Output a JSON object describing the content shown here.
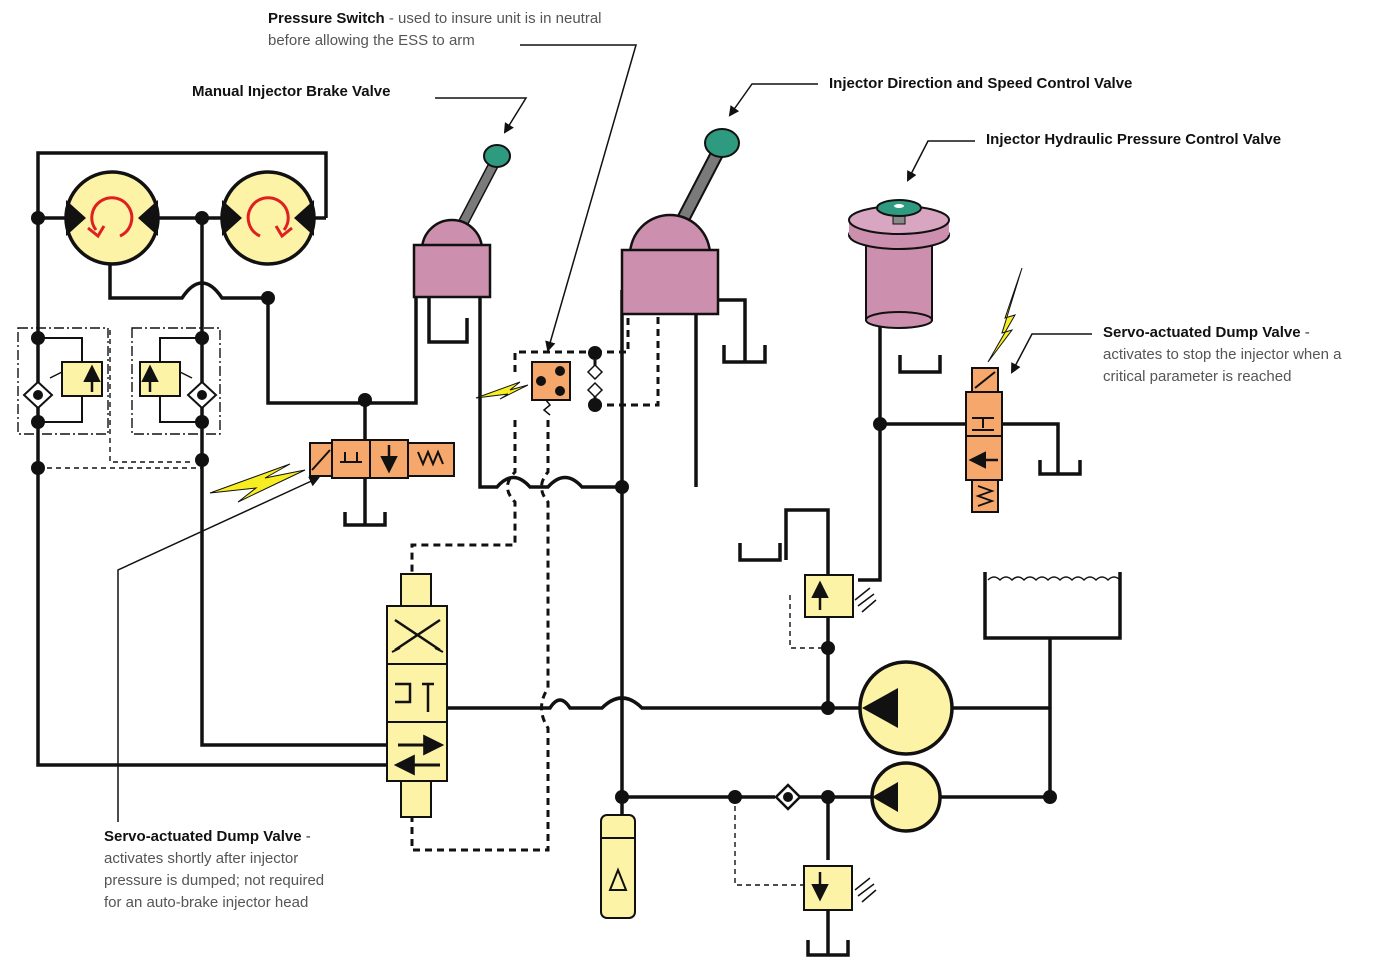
{
  "labels": {
    "pressure_switch": {
      "title": "Pressure Switch",
      "desc_line1": " - used to insure unit is in neutral",
      "desc_line2": "before allowing the ESS to arm"
    },
    "manual_brake": {
      "title": "Manual Injector Brake Valve"
    },
    "direction_speed": {
      "title": "Injector Direction and Speed Control Valve"
    },
    "hydraulic_pressure": {
      "title": "Injector Hydraulic Pressure Control Valve"
    },
    "dump_valve_right": {
      "title": "Servo-actuated Dump Valve",
      "dash": " -",
      "desc_line1": "activates to stop the injector when a",
      "desc_line2": "critical parameter is reached"
    },
    "dump_valve_left": {
      "title": "Servo-actuated Dump Valve",
      "dash": " -",
      "desc_line1": "activates shortly after injector",
      "desc_line2": "pressure is dumped; not required",
      "desc_line3": "for an auto-brake injector head"
    }
  },
  "colors": {
    "line": "#111111",
    "valve_yellow": "#fdf3a6",
    "solenoid_orange": "#f5a76c",
    "handle_pink": "#cc8fad",
    "knob_green": "#2e9a80",
    "motor_arrow_red": "#e02020",
    "spark_yellow": "#f7ee22"
  }
}
